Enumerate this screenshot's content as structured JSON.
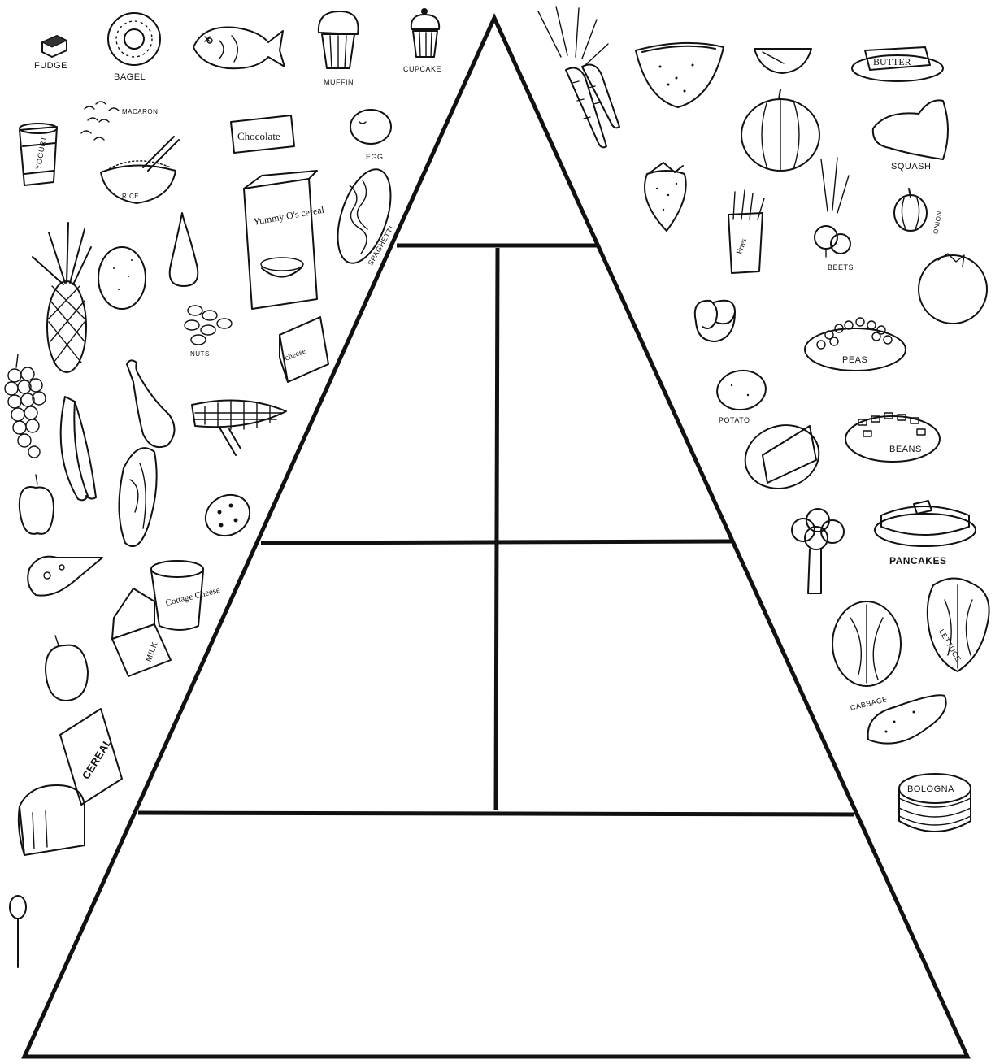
{
  "colors": {
    "ink": "#111111",
    "paper": "#ffffff"
  },
  "pyramid": {
    "tiers": [
      {
        "name": "top",
        "sections": 1
      },
      {
        "name": "second",
        "sections": 2
      },
      {
        "name": "third",
        "sections": 2
      },
      {
        "name": "base",
        "sections": 1
      }
    ]
  },
  "labels": {
    "fudge": "FUDGE",
    "bagel": "BAGEL",
    "muffin": "MUFFIN",
    "cupcake": "CUPCAKE",
    "macaroni": "MACARONI",
    "chocolate": "Chocolate",
    "egg": "EGG",
    "yogurt": "YOGURT",
    "rice": "RICE",
    "cereal_box": "Yummy O's cereal",
    "spaghetti": "SPAGHETTI",
    "nuts": "NUTS",
    "cheese": "cheese",
    "cottage_cheese": "Cottage Cheese",
    "milk": "MILK",
    "cereal": "CEREAL",
    "butter": "BUTTER",
    "squash": "SQUASH",
    "fries": "Fries",
    "beets": "BEETS",
    "onion": "ONION",
    "peas": "PEAS",
    "potato": "POTATO",
    "beans": "BEANS",
    "pancakes": "PANCAKES",
    "lettuce": "LETTUCE",
    "cabbage": "CABBAGE",
    "bologna": "BOLOGNA"
  },
  "icons": [
    "fudge-icon",
    "bagel-icon",
    "fish-icon",
    "muffin-icon",
    "cupcake-icon",
    "yogurt-icon",
    "macaroni-icon",
    "rice-bowl-icon",
    "chocolate-icon",
    "egg-icon",
    "cereal-box-icon",
    "spaghetti-icon",
    "pineapple-icon",
    "orange-icon",
    "pear-icon",
    "nuts-icon",
    "cheese-icon",
    "grapes-icon",
    "banana-icon",
    "drumstick-icon",
    "corn-icon",
    "steak-icon",
    "cookie-icon",
    "apple-icon",
    "cheese-wedge-icon",
    "cottage-cheese-icon",
    "milk-carton-icon",
    "peach-icon",
    "cereal-pack-icon",
    "bread-icon",
    "lollipop-icon",
    "carrots-icon",
    "watermelon-icon",
    "melon-slice-icon",
    "butter-icon",
    "pumpkin-icon",
    "squash-icon",
    "strawberry-icon",
    "fries-icon",
    "beets-icon",
    "onion-icon",
    "tomato-icon",
    "pretzel-icon",
    "peas-icon",
    "potato-icon",
    "cake-slice-icon",
    "beans-icon",
    "broccoli-icon",
    "pancakes-icon",
    "cabbage-icon",
    "lettuce-icon",
    "pickle-icon",
    "bologna-icon"
  ]
}
